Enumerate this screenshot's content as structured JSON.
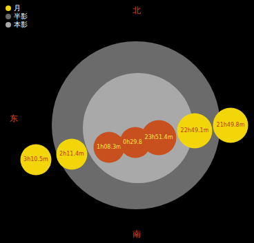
{
  "diagram": {
    "nodes": [
      {
        "text": [
          "3h10.5m"
        ]
      },
      {
        "text": [
          "2h11.4m"
        ]
      },
      {
        "text": [
          "1h08.3m"
        ]
      },
      {
        "text": [
          "0h29.8m"
        ]
      },
      {
        "text": [
          "23h51.4m"
        ]
      },
      {
        "text": [
          "22h49.1m"
        ]
      },
      {
        "text": [
          "21h49.8m"
        ]
      }
    ],
    "labels": [
      "北",
      "东",
      "南"
    ],
    "legend": [
      {
        "text": "月",
        "color": "#f2d60a"
      },
      {
        "text": "半影",
        "color": "#6b6b6b"
      },
      {
        "text": "本影",
        "color": "#a9a9a9"
      }
    ]
  }
}
